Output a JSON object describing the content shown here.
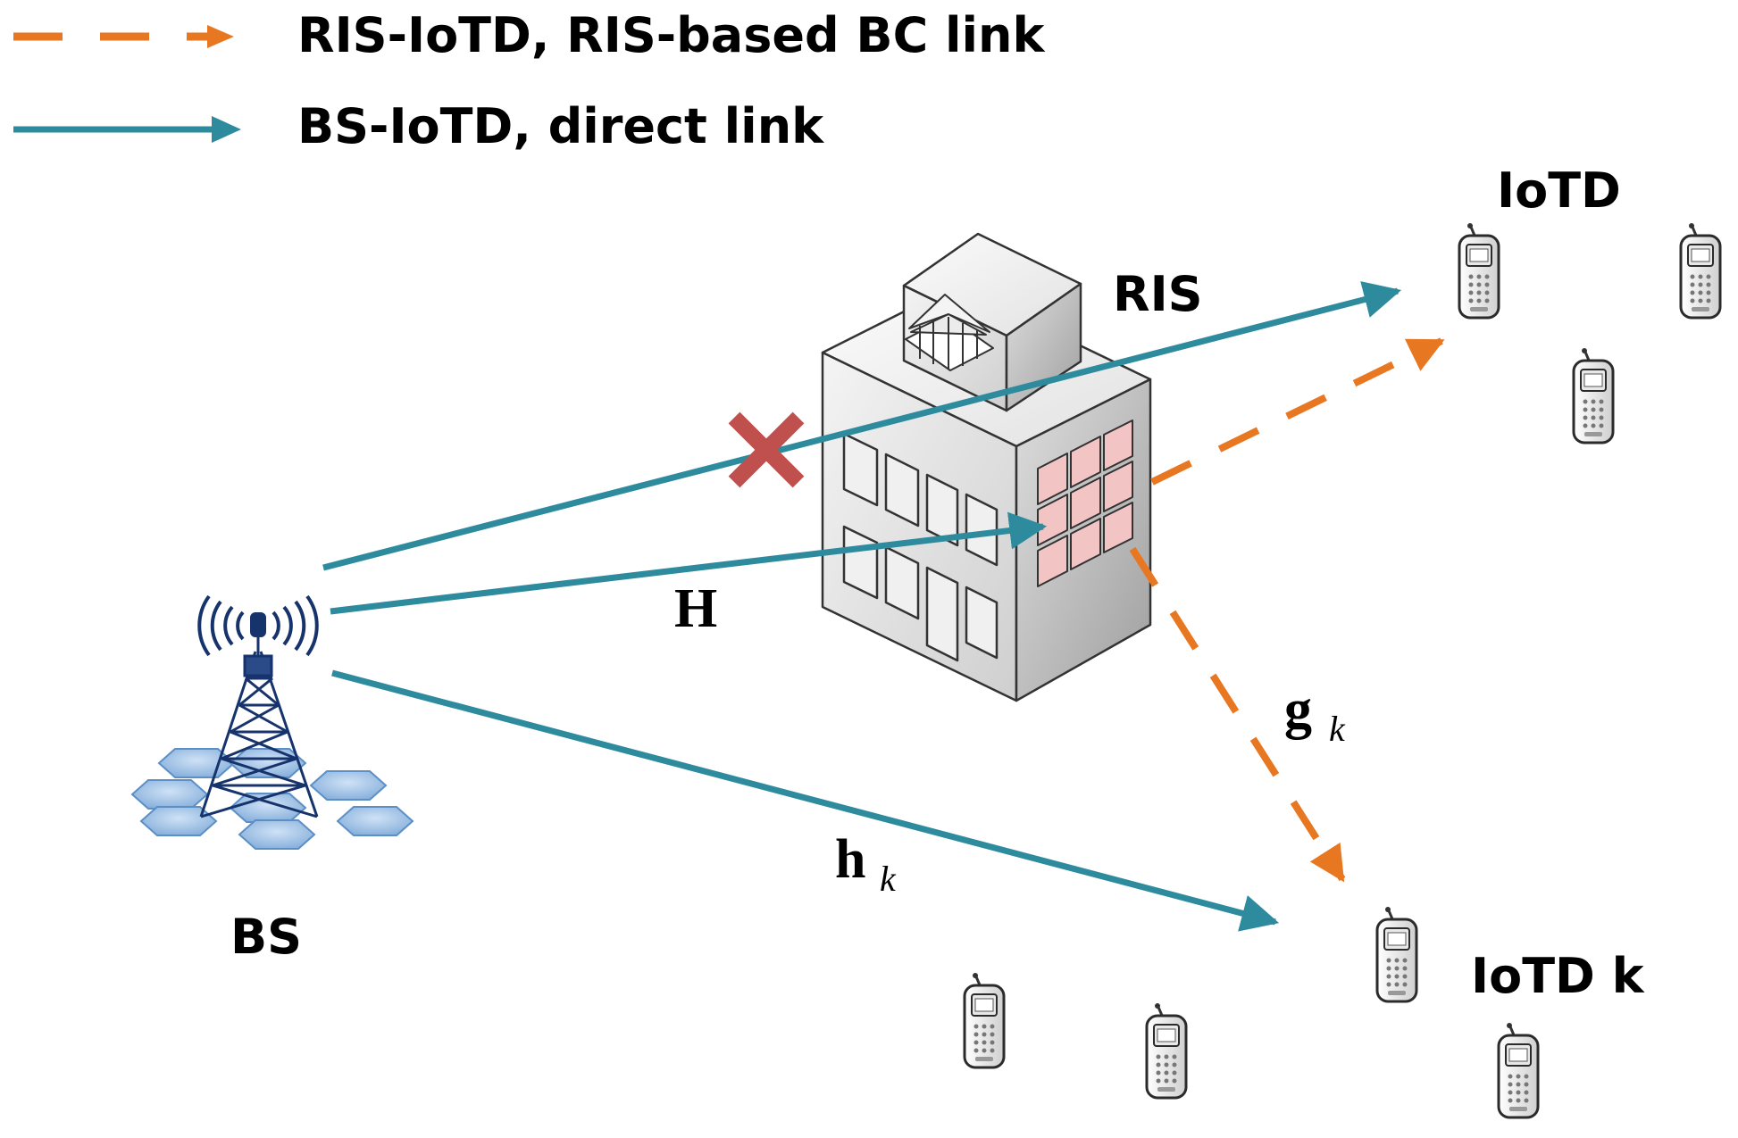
{
  "legend": {
    "items": [
      {
        "label": "RIS-IoTD, RIS-based BC link",
        "style": "dashed",
        "color": "#e87722"
      },
      {
        "label": "BS-IoTD, direct link",
        "style": "solid",
        "color": "#2e8b9e"
      }
    ]
  },
  "nodes": {
    "bs": "BS",
    "ris": "RIS",
    "iotd": "IoTD",
    "iotd_k": "IoTD k"
  },
  "channels": {
    "H": "H",
    "g": "g",
    "g_sub": "k",
    "h": "h",
    "h_sub": "k"
  },
  "icons": {
    "blocked": "blocked-x-icon",
    "phone": "mobile-phone-icon",
    "tower": "cell-tower-icon",
    "building": "building-icon"
  },
  "colors": {
    "direct": "#2e8b9e",
    "ris_link": "#e87722",
    "blocked": "#c0504d",
    "ris_panel": "#f2c4c4",
    "hex": "#9ec3e8"
  }
}
